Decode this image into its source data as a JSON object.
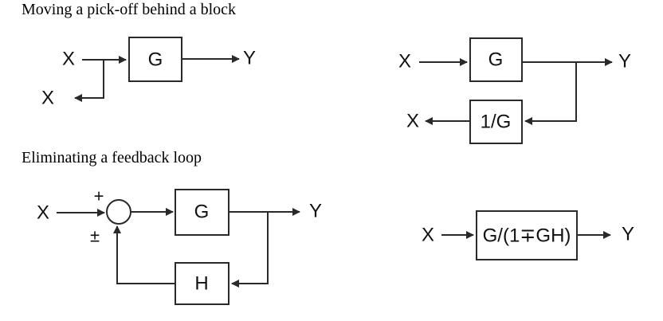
{
  "canvas": {
    "background": "#ffffff",
    "line_color": "#2a2a2a",
    "text_color": "#111111"
  },
  "sections": [
    {
      "title": "Moving a pick-off behind a block",
      "before": {
        "input_label": "X",
        "pickoff_label": "X",
        "block_label": "G",
        "output_label": "Y"
      },
      "after": {
        "input_label": "X",
        "block_label": "G",
        "output_label": "Y",
        "inverse_block_label": "1/G",
        "pickoff_output_label": "X"
      }
    },
    {
      "title": "Eliminating a feedback loop",
      "before": {
        "input_label": "X",
        "sum_plus_sign": "+",
        "sum_plus_minus_sign": "±",
        "forward_block_label": "G",
        "feedback_block_label": "H",
        "output_label": "Y"
      },
      "after": {
        "input_label": "X",
        "block_label": "G/(1∓GH)",
        "output_label": "Y"
      }
    }
  ]
}
